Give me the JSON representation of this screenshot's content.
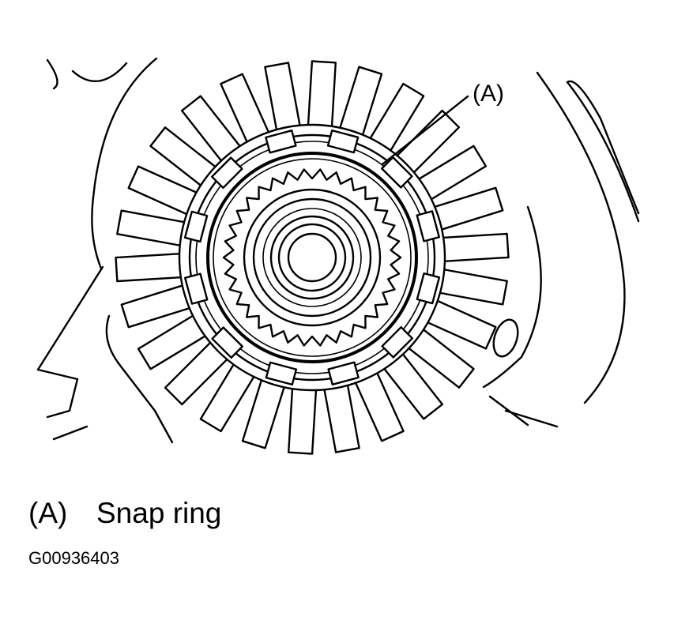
{
  "diagram": {
    "callout_label": "(A)"
  },
  "legend": [
    {
      "key": "(A)",
      "text": "Snap ring"
    }
  ],
  "figure_id": "G00936403"
}
